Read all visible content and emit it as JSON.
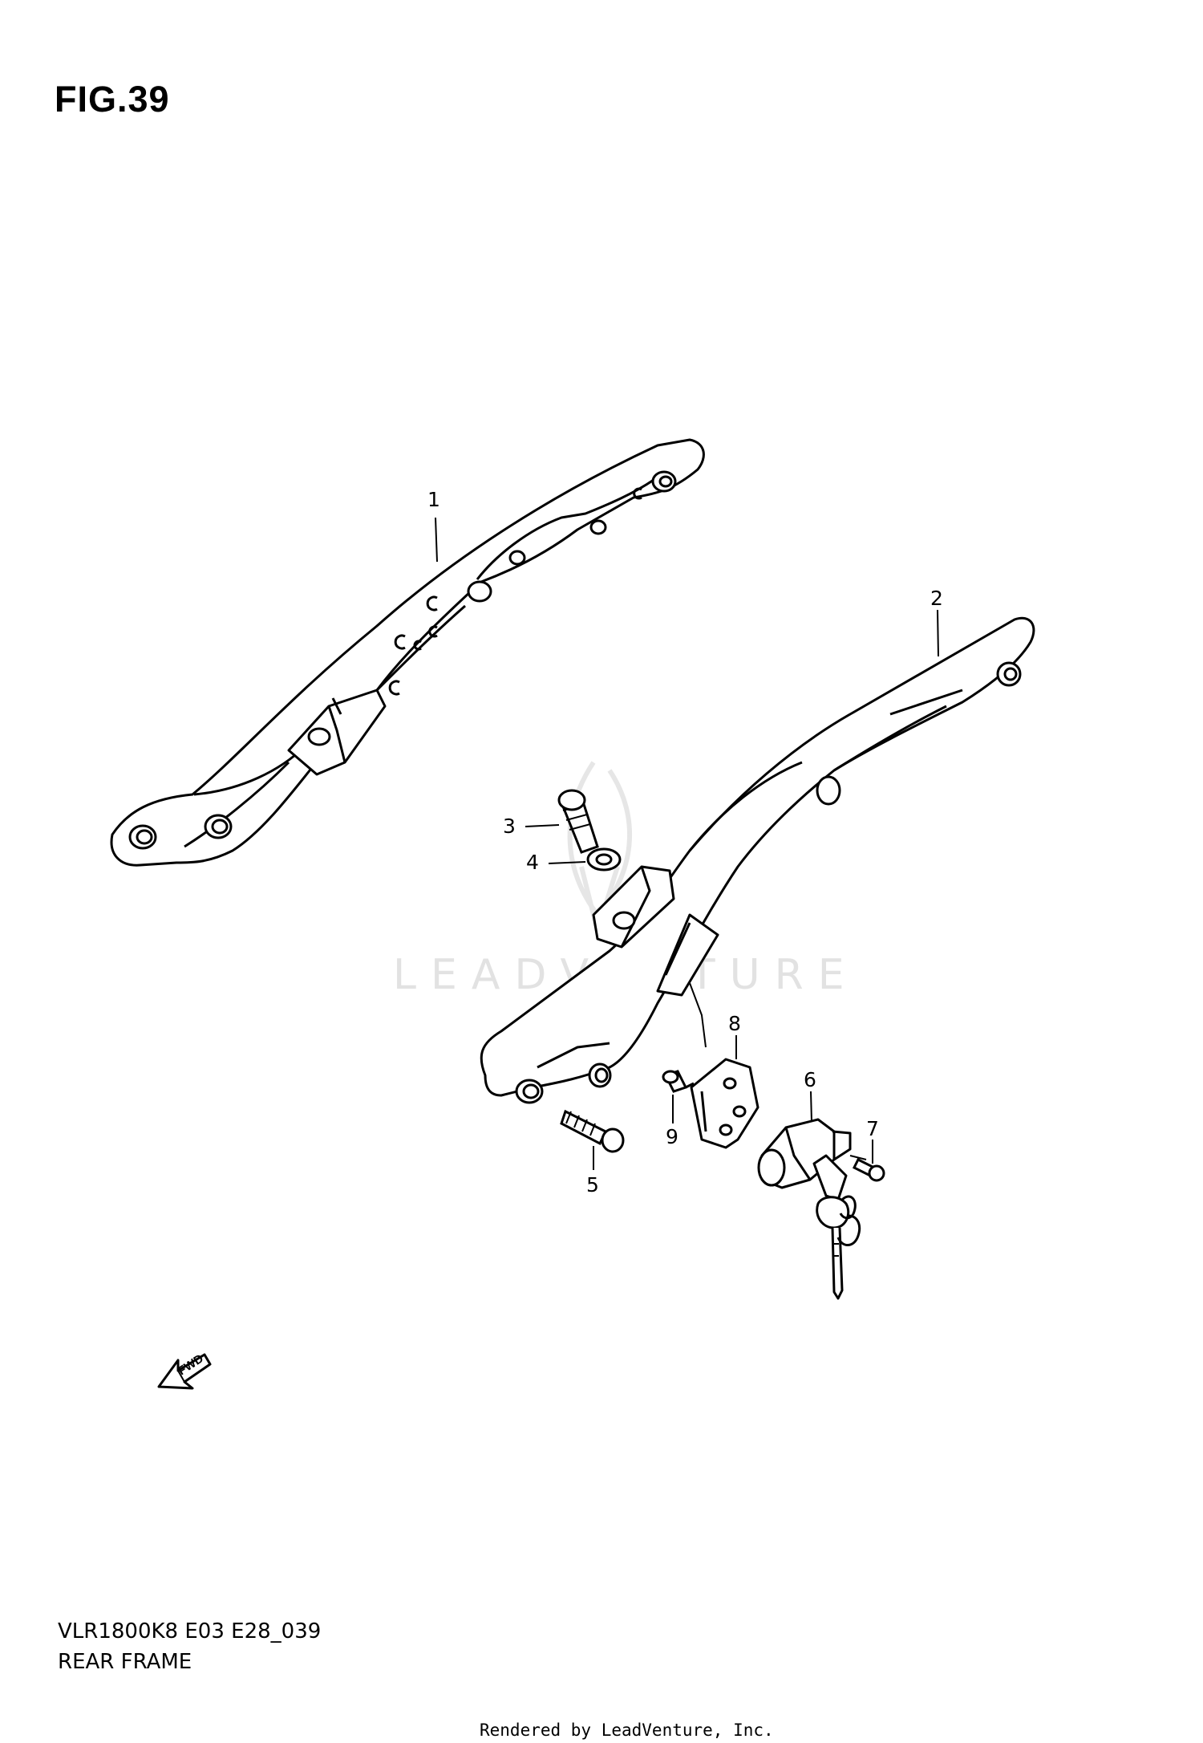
{
  "figure": {
    "title": "FIG.39",
    "model_code": "VLR1800K8 E03 E28_039",
    "section_name": "REAR FRAME"
  },
  "callouts": [
    "1",
    "2",
    "3",
    "4",
    "5",
    "6",
    "7",
    "8",
    "9"
  ],
  "direction_arrow_label": "FWD",
  "watermark": "LEADVENTURE",
  "footer": {
    "credit": "Rendered by LeadVenture, Inc."
  }
}
